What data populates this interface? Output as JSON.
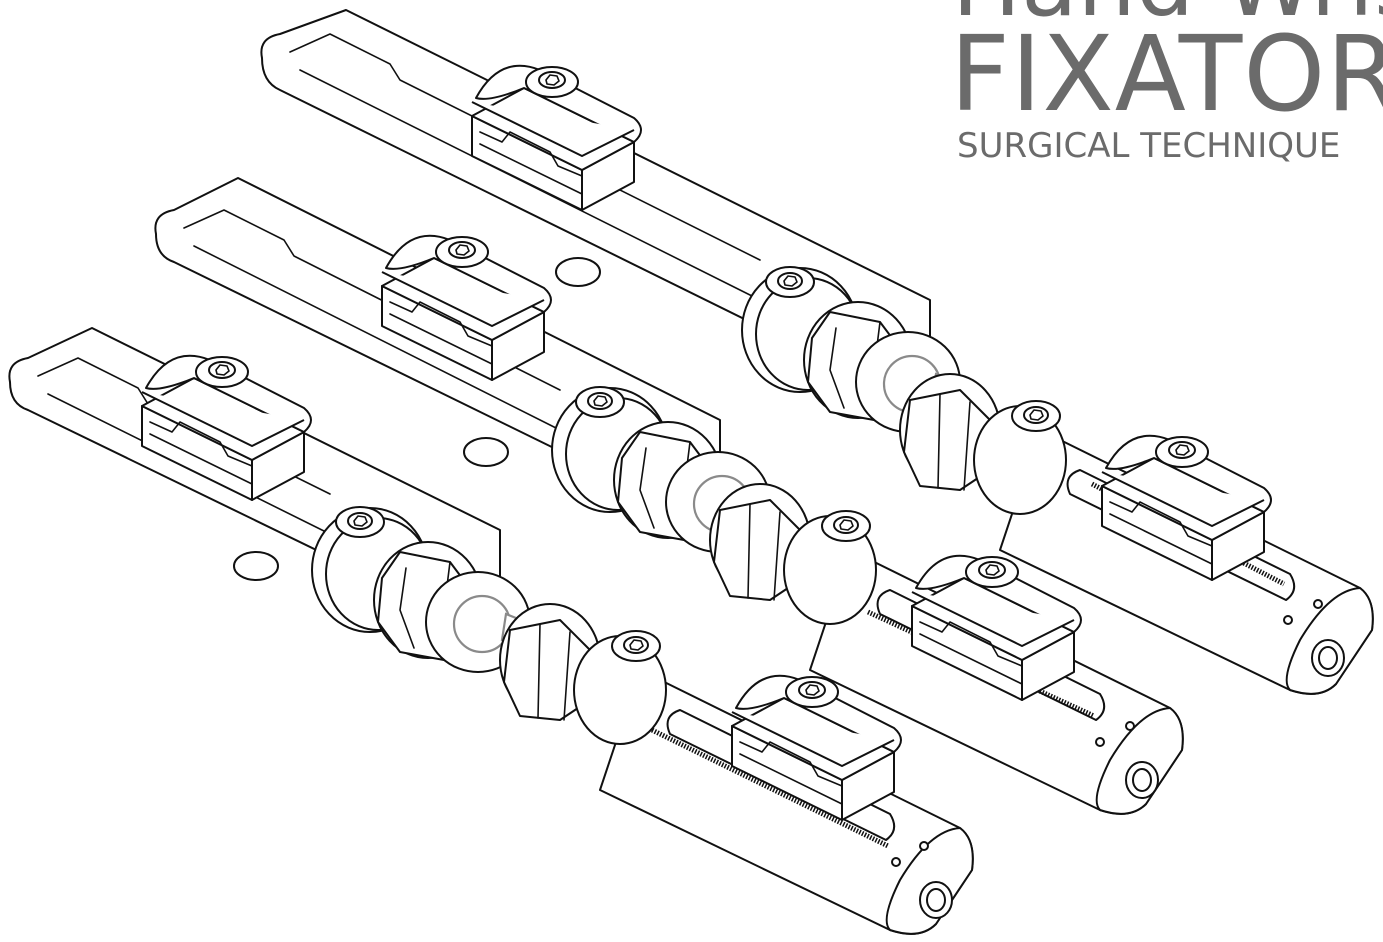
{
  "header": {
    "title_line1": "Hand-Wrist",
    "title_line2": "FIXATOR",
    "title_line3": "SURGICAL TECHNIQUE"
  },
  "illustration": {
    "subject": "three hand-wrist external fixator assemblies",
    "icon": "fixator-illustration"
  },
  "colors": {
    "title": "#6b6b6b",
    "line": "#111111",
    "background": "#ffffff"
  }
}
